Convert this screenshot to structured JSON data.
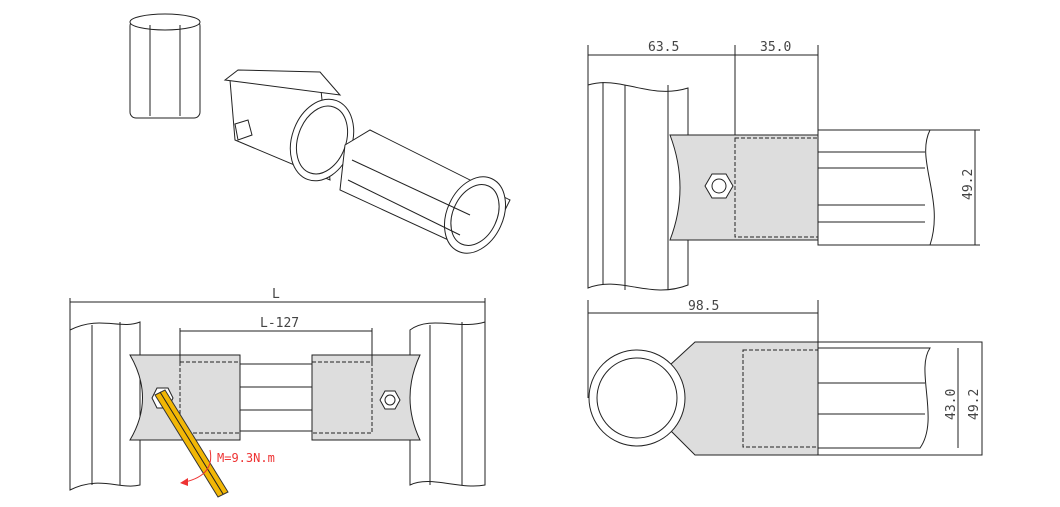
{
  "dimensions": {
    "top_left_width": "63.5",
    "top_right_width": "35.0",
    "top_height": "49.2",
    "overall_length": "L",
    "inner_length": "L-127",
    "torque": "M=9.3N.m",
    "bottom_width": "98.5",
    "bottom_inner_height": "43.0",
    "bottom_outer_height": "49.2"
  },
  "colors": {
    "fill": "#dddddd",
    "torque": "#ee3333",
    "wrench": "#f2b705"
  }
}
